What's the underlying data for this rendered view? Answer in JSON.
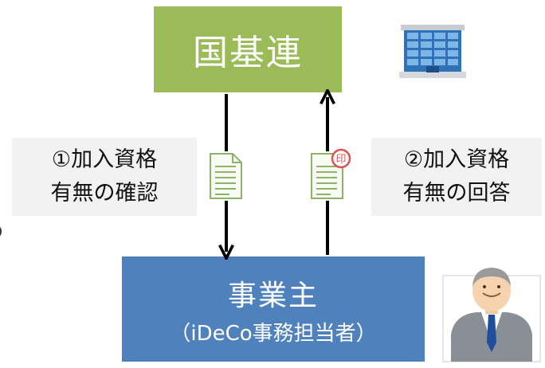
{
  "top_box": {
    "label": "国基連"
  },
  "bottom_box": {
    "line1": "事業主",
    "line2": "（iDeCo事務担当者）"
  },
  "left_note": {
    "line1": "①加入資格",
    "line2": "有無の確認"
  },
  "right_note": {
    "line1": "②加入資格",
    "line2": "有無の回答"
  },
  "stamp": {
    "text": "印"
  },
  "colors": {
    "green": "#9bbb59",
    "blue": "#4f81bd",
    "note_bg": "#f2f2f2",
    "stamp": "#e05050"
  }
}
